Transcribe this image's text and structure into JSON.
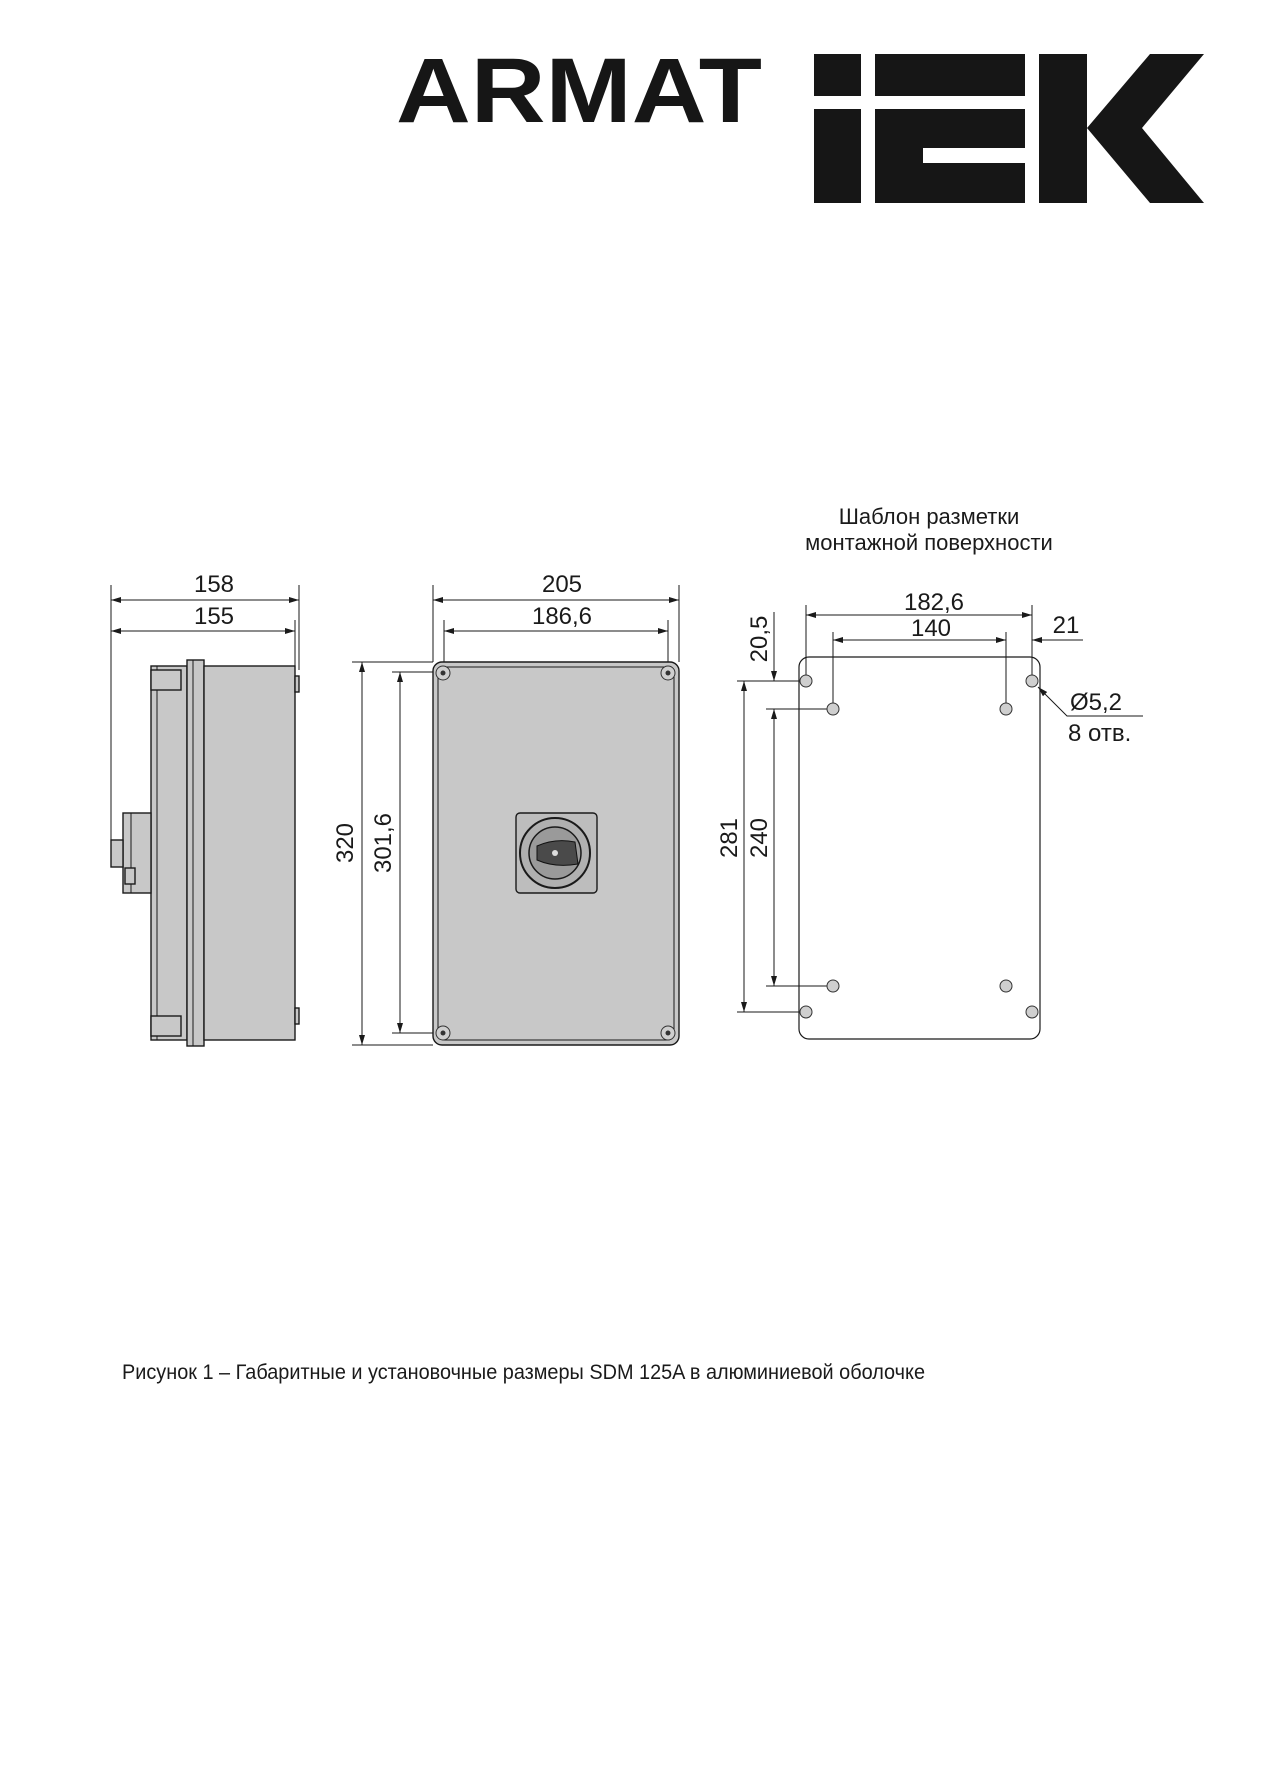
{
  "logo": {
    "armat": "ARMAT",
    "iek": "IEK"
  },
  "side_view": {
    "overall_depth": "158",
    "body_depth": "155"
  },
  "front_view": {
    "overall_width": "205",
    "cover_width": "186,6",
    "overall_height": "320",
    "cover_height": "301,6"
  },
  "template": {
    "title_line1": "Шаблон разметки",
    "title_line2": "монтажной поверхности",
    "outer_hole_spacing_x": "182,6",
    "inner_hole_spacing_x": "140",
    "edge_offset_x": "21",
    "edge_offset_y": "20,5",
    "outer_hole_spacing_y": "281",
    "inner_hole_spacing_y": "240",
    "hole_diameter": "Ø5,2",
    "hole_count": "8 отв."
  },
  "caption": "Рисунок 1 – Габаритные и установочные размеры SDM 125A в алюминиевой оболочке"
}
